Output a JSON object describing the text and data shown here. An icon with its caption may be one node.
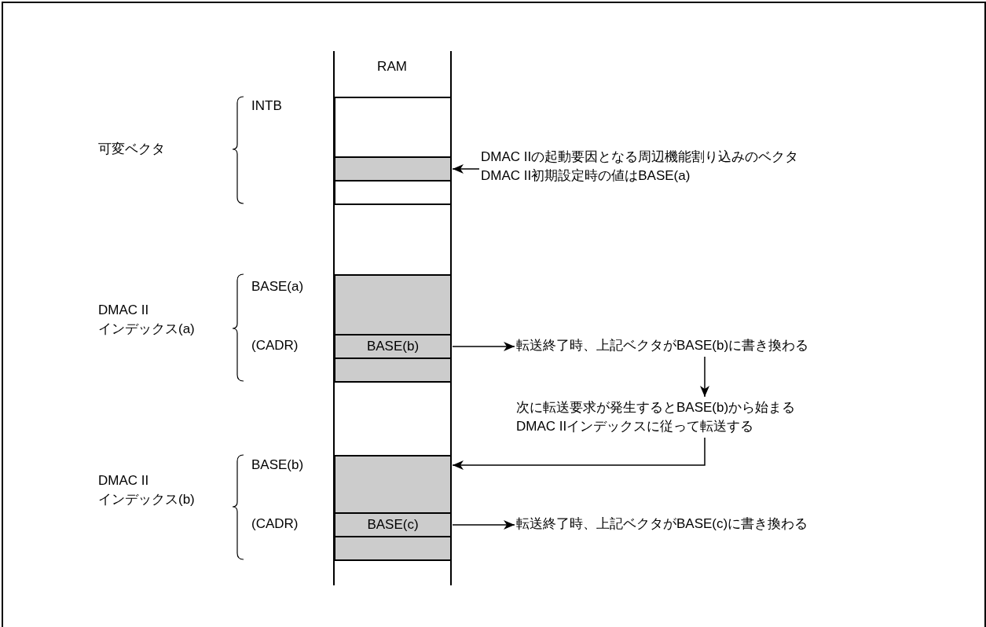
{
  "diagram": {
    "nodes": [
      {
        "text": [],
        "shape": "box"
      },
      {
        "text": [],
        "shape": "box"
      },
      {
        "text": [
          "DMAC IIの起動要因となる周辺機能割り込みのベクタ",
          "DMAC II初期設定時の値はBASE(a)"
        ]
      },
      {
        "text": [],
        "shape": "box"
      },
      {
        "text": [],
        "shape": "box"
      },
      {
        "text": [
          "BASE(b)"
        ]
      },
      {
        "text": [
          "転送終了時、上記ベクタがBASE(b)に書き換わる"
        ]
      },
      {
        "text": [],
        "shape": "box"
      },
      {
        "text": [
          "次に転送要求が発生するとBASE(b)から始まる",
          "DMAC IIインデックスに従って転送する"
        ]
      },
      {
        "text": [],
        "shape": "box"
      },
      {
        "text": [
          "BASE(c)"
        ]
      },
      {
        "text": [
          "転送終了時、上記ベクタがBASE(c)に書き換わる"
        ]
      },
      {
        "text": [],
        "shape": "box"
      }
    ],
    "edges": [
      {
        "from": 2,
        "to": 1,
        "arrow": "to"
      },
      {
        "from": 5,
        "to": 6,
        "arrow": "to"
      },
      {
        "from": 6,
        "to": 8,
        "arrow": "to"
      },
      {
        "from": 8,
        "to": 9,
        "arrow": "to"
      },
      {
        "from": 10,
        "to": 11,
        "arrow": "to"
      }
    ],
    "labels": [
      "RAM",
      "INTB",
      "可変ベクタ",
      "BASE(a)",
      "DMAC II インデックス(a)",
      "(CADR)",
      "BASE(b)",
      "DMAC II インデックス(b)",
      "(CADR)"
    ]
  }
}
